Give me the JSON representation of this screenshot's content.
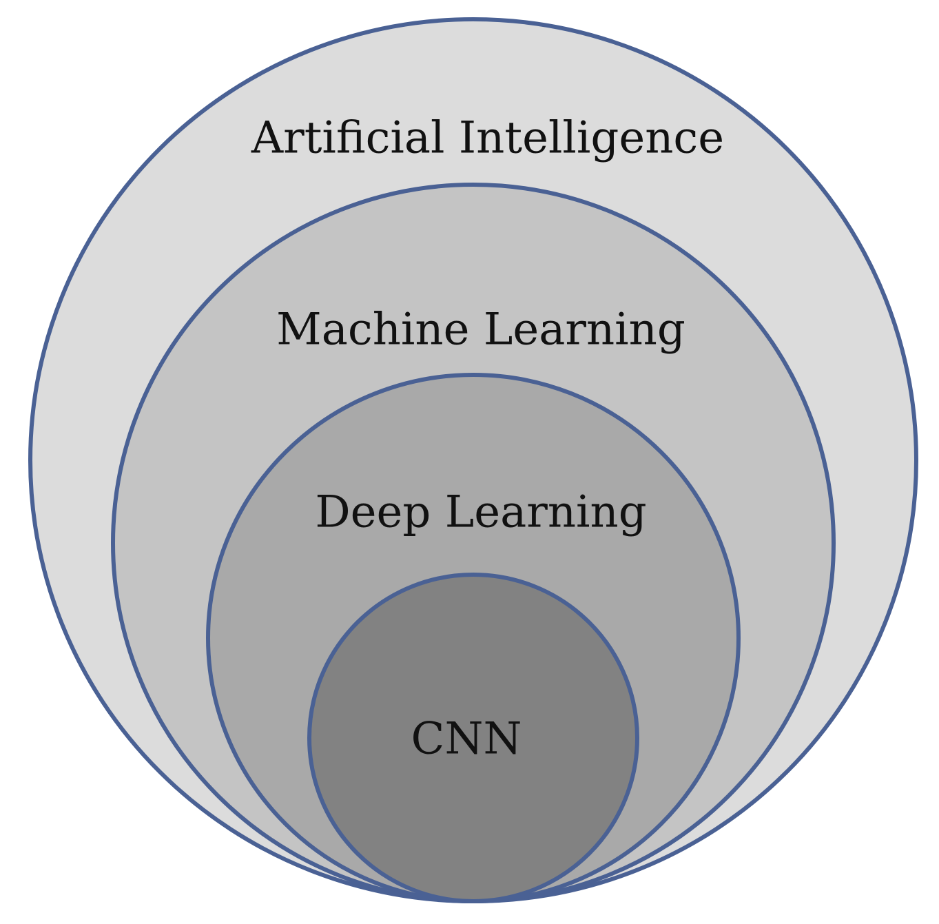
{
  "diagram": {
    "type": "nested-circles",
    "colors": {
      "stroke": "#4a6194",
      "text": "#111111",
      "background": "#ffffff"
    },
    "layers": [
      {
        "label": "Artificial Intelligence",
        "fill": "#dcdcdc"
      },
      {
        "label": "Machine Learning",
        "fill": "#c4c4c4"
      },
      {
        "label": "Deep Learning",
        "fill": "#a9a9a9"
      },
      {
        "label": "CNN",
        "fill": "#828282"
      }
    ]
  }
}
